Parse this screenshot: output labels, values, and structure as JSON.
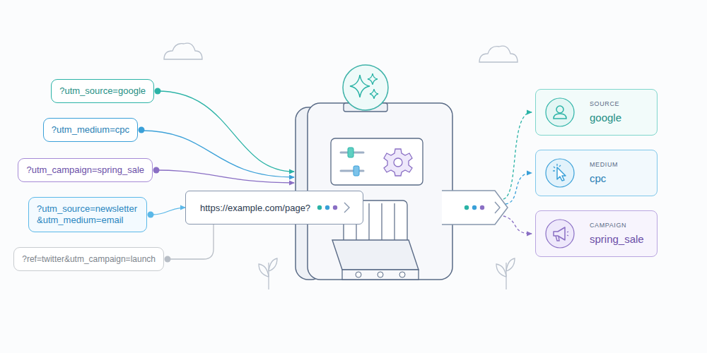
{
  "diagram": {
    "nodes": [
      {
        "text": [
          "?utm_source=google"
        ]
      },
      {
        "text": [
          "?utm_medium=cpc"
        ]
      },
      {
        "text": [
          "?utm_campaign=spring_sale"
        ]
      },
      {
        "text": [
          "?utm_source=newsletter &utm_medium=email"
        ]
      },
      {
        "text": [
          "?ref=twitter&utm_campaign=launch"
        ]
      },
      {
        "text": [
          "https://example.com/page?"
        ]
      },
      {
        "text": [
          "SOURCE",
          "google"
        ]
      },
      {
        "text": [
          "MEDIUM",
          "cpc"
        ]
      },
      {
        "text": [
          "CAMPAIGN",
          "spring_sale"
        ]
      }
    ],
    "edges": [
      {
        "from": 3,
        "to": 5,
        "arrow": "to"
      },
      {
        "from": 4,
        "to": 5,
        "arrow": "none"
      }
    ]
  }
}
